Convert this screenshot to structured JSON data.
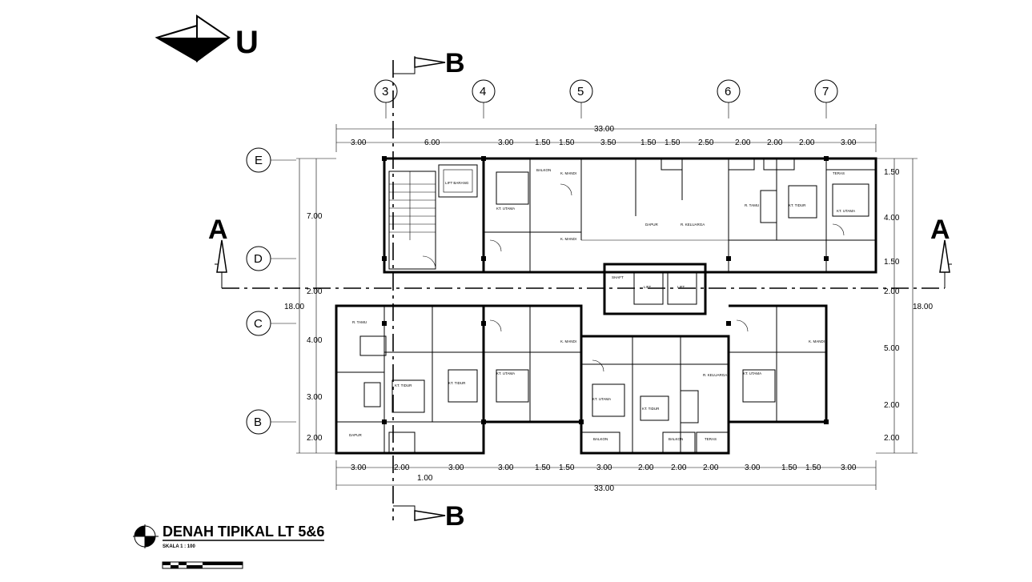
{
  "north": {
    "label": "U"
  },
  "sections": {
    "a": "A",
    "b": "B"
  },
  "grid_columns": [
    "3",
    "4",
    "5",
    "6",
    "7"
  ],
  "grid_rows": [
    "E",
    "D",
    "C",
    "B"
  ],
  "top_overall": "33.00",
  "top_dims": [
    "3.00",
    "6.00",
    "3.00",
    "1.50",
    "1.50",
    "3.50",
    "1.50",
    "1.50",
    "2.50",
    "2.00",
    "2.00",
    "2.00",
    "3.00"
  ],
  "bottom_overall": "33.00",
  "bottom_dims": [
    "3.00",
    "2.00",
    "3.00",
    "3.00",
    "1.50",
    "1.50",
    "3.00",
    "2.00",
    "2.00",
    "2.00",
    "3.00",
    "1.50",
    "1.50",
    "3.00"
  ],
  "bottom_extra": "1.00",
  "left_overall": "18.00",
  "left_dims": [
    "7.00",
    "2.00",
    "4.00",
    "3.00",
    "2.00"
  ],
  "right_overall": "18.00",
  "right_dims": [
    "1.50",
    "4.00",
    "1.50",
    "2.00",
    "5.00",
    "2.00",
    "2.00"
  ],
  "title": "DENAH TIPIKAL LT 5&6",
  "scale": "SKALA 1 : 100",
  "rooms": {
    "lift": "LIFT BARANG",
    "kt_utama": "KT. UTAMA",
    "kt_tidur": "KT. TIDUR",
    "kamar_mandi": "K. MANDI",
    "ruang_tamu": "R. TAMU",
    "ruang_keluarga": "R. KELUARGA",
    "dapur": "DAPUR",
    "balkon": "BALKON",
    "teras": "TERAS",
    "lift_pax": "LIFT",
    "shaft": "SHAFT"
  }
}
